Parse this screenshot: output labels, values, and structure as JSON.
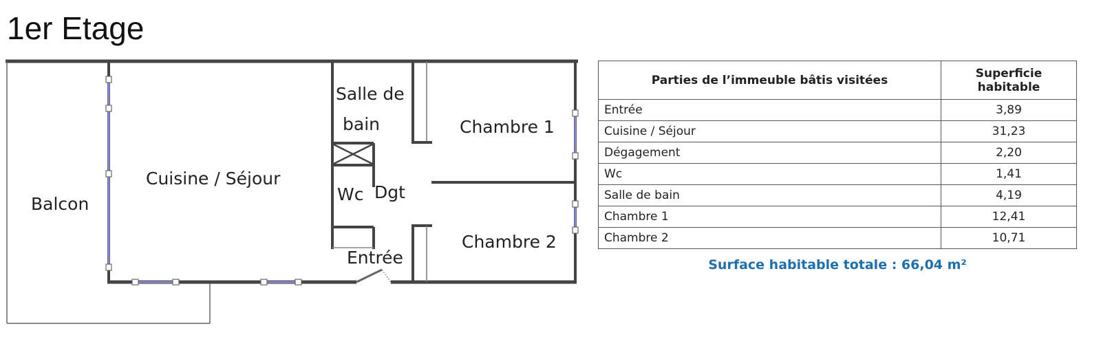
{
  "title": "1er Etage",
  "plan": {
    "rooms": {
      "balcon": "Balcon",
      "cuisine": "Cuisine / Séjour",
      "sdb1": "Salle de",
      "sdb2": "bain",
      "wc": "Wc",
      "dgt": "Dgt",
      "entree": "Entrée",
      "ch1": "Chambre 1",
      "ch2": "Chambre 2"
    }
  },
  "table": {
    "header": {
      "col1": "Parties de l’immeuble bâtis visitées",
      "col2a": "Superficie",
      "col2b": "habitable"
    },
    "rows": [
      {
        "name": "Entrée",
        "area": "3,89"
      },
      {
        "name": "Cuisine / Séjour",
        "area": "31,23"
      },
      {
        "name": "Dégagement",
        "area": "2,20"
      },
      {
        "name": "Wc",
        "area": "1,41"
      },
      {
        "name": "Salle de bain",
        "area": "4,19"
      },
      {
        "name": "Chambre 1",
        "area": "12,41"
      },
      {
        "name": "Chambre 2",
        "area": "10,71"
      }
    ]
  },
  "total": "Surface habitable totale : 66,04 m²",
  "colors": {
    "wall": "#444444",
    "window": "#8888cc",
    "total": "#1e6fb0"
  }
}
